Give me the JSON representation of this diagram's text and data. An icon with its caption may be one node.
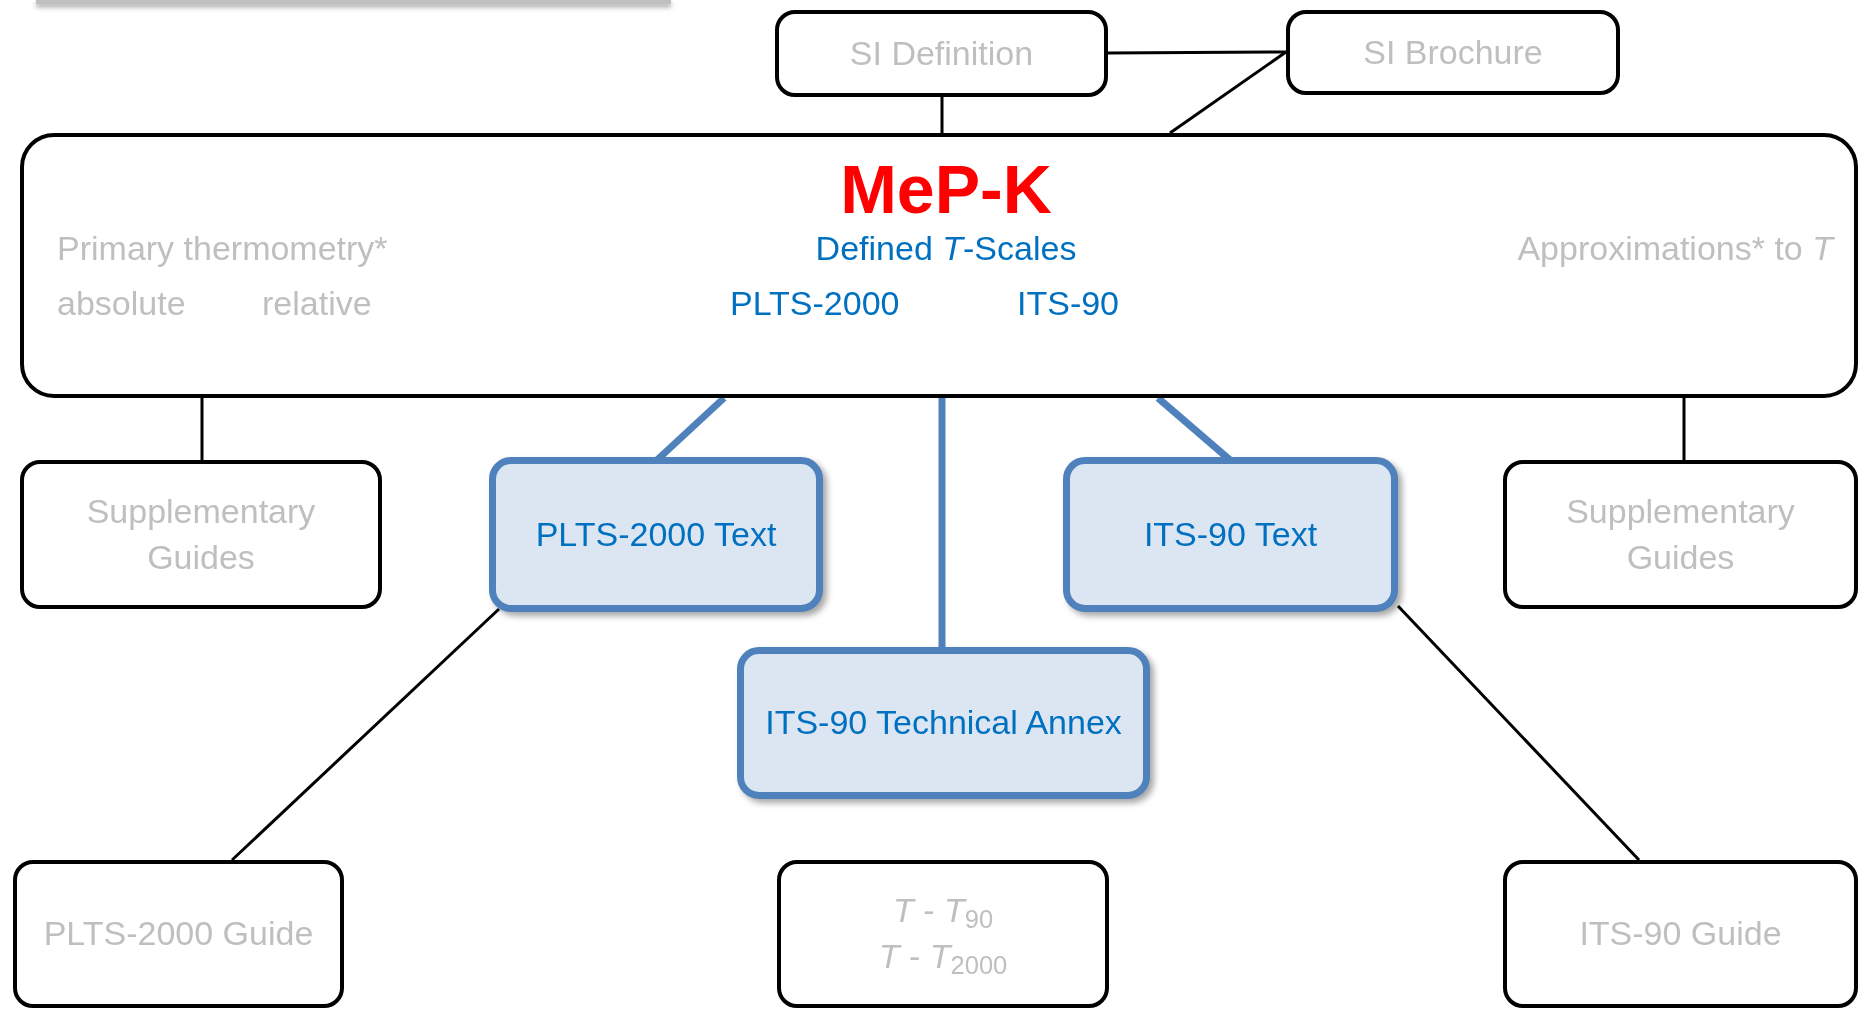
{
  "diagram": {
    "nodes": [
      {
        "text": [
          "SI Definition"
        ]
      },
      {
        "text": [
          "SI Brochure"
        ]
      },
      {
        "text": [
          "MeP-K",
          "Primary thermometry*",
          "absolute",
          "relative",
          "Defined *T*-Scales",
          "PLTS-2000",
          "ITS-90",
          "Approximations* to *T*"
        ]
      },
      {
        "text": [
          "Supplementary Guides"
        ]
      },
      {
        "text": [
          "PLTS-2000 Text"
        ]
      },
      {
        "text": [
          "ITS-90 Text"
        ]
      },
      {
        "text": [
          "Supplementary Guides"
        ]
      },
      {
        "text": [
          "ITS-90 Technical Annex"
        ]
      },
      {
        "text": [
          "PLTS-2000 Guide"
        ]
      },
      {
        "text": [
          "*T* - *T*$_{90}$",
          "*T* - *T*$_{2000}$"
        ]
      },
      {
        "text": [
          "ITS-90 Guide"
        ]
      }
    ],
    "edges": [
      {
        "from": 0,
        "to": 1,
        "arrow": "none"
      },
      {
        "from": 1,
        "to": 2,
        "arrow": "none"
      },
      {
        "from": 0,
        "to": 2,
        "arrow": "none"
      },
      {
        "from": 2,
        "to": 3,
        "arrow": "none"
      },
      {
        "from": 2,
        "to": 4,
        "arrow": "none",
        "style": "thick",
        "color": "#4f81bd"
      },
      {
        "from": 2,
        "to": 7,
        "arrow": "none",
        "style": "thick",
        "color": "#4f81bd"
      },
      {
        "from": 2,
        "to": 5,
        "arrow": "none",
        "style": "thick",
        "color": "#4f81bd"
      },
      {
        "from": 2,
        "to": 6,
        "arrow": "none"
      },
      {
        "from": 4,
        "to": 8,
        "arrow": "none"
      },
      {
        "from": 5,
        "to": 10,
        "arrow": "none"
      }
    ]
  }
}
